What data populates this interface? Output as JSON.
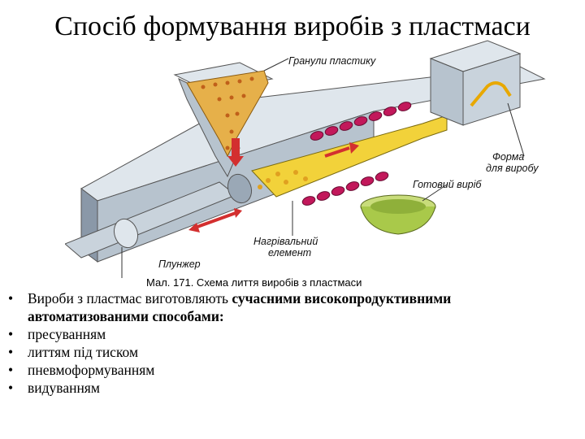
{
  "title": "Спосіб формування виробів з пластмаси",
  "diagram": {
    "callouts": {
      "granules": "Гранули пластику",
      "mold_line1": "Форма",
      "mold_line2": "для виробу",
      "product": "Готовий виріб",
      "heater_line1": "Нагрівальний",
      "heater_line2": "елемент",
      "plunger": "Плунжер"
    },
    "caption": "Мал. 171. Схема лиття виробів з пластмаси"
  },
  "bullets": {
    "intro_plain": "Вироби з пластмас виготовляють ",
    "intro_bold": "сучасними високопродуктивними автоматизованими способами:",
    "items": [
      "пресуванням",
      "литтям під тиском",
      "пневмоформуванням",
      "видуванням"
    ]
  },
  "colors": {
    "metal": "#c9d3dc",
    "metal_dark": "#8a98a8",
    "plastic": "#f2d23a",
    "heater": "#c2185b",
    "arrow": "#d32f2f",
    "product": "#a9c94a"
  }
}
